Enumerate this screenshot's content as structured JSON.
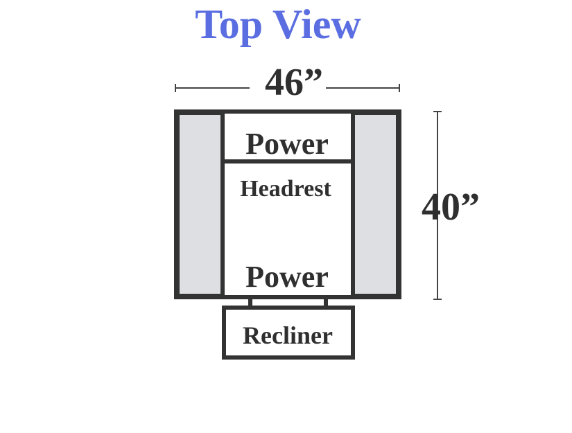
{
  "title": "Top View",
  "dimensions": {
    "width": "46”",
    "depth": "40”"
  },
  "labels": {
    "top_power": "Power",
    "headrest": "Headrest",
    "bottom_power": "Power",
    "recliner": "Recliner"
  },
  "colors": {
    "title": "#5b6ee1",
    "outline": "#333333",
    "arm_fill": "#dedfe2",
    "text": "#2f2f2f"
  }
}
